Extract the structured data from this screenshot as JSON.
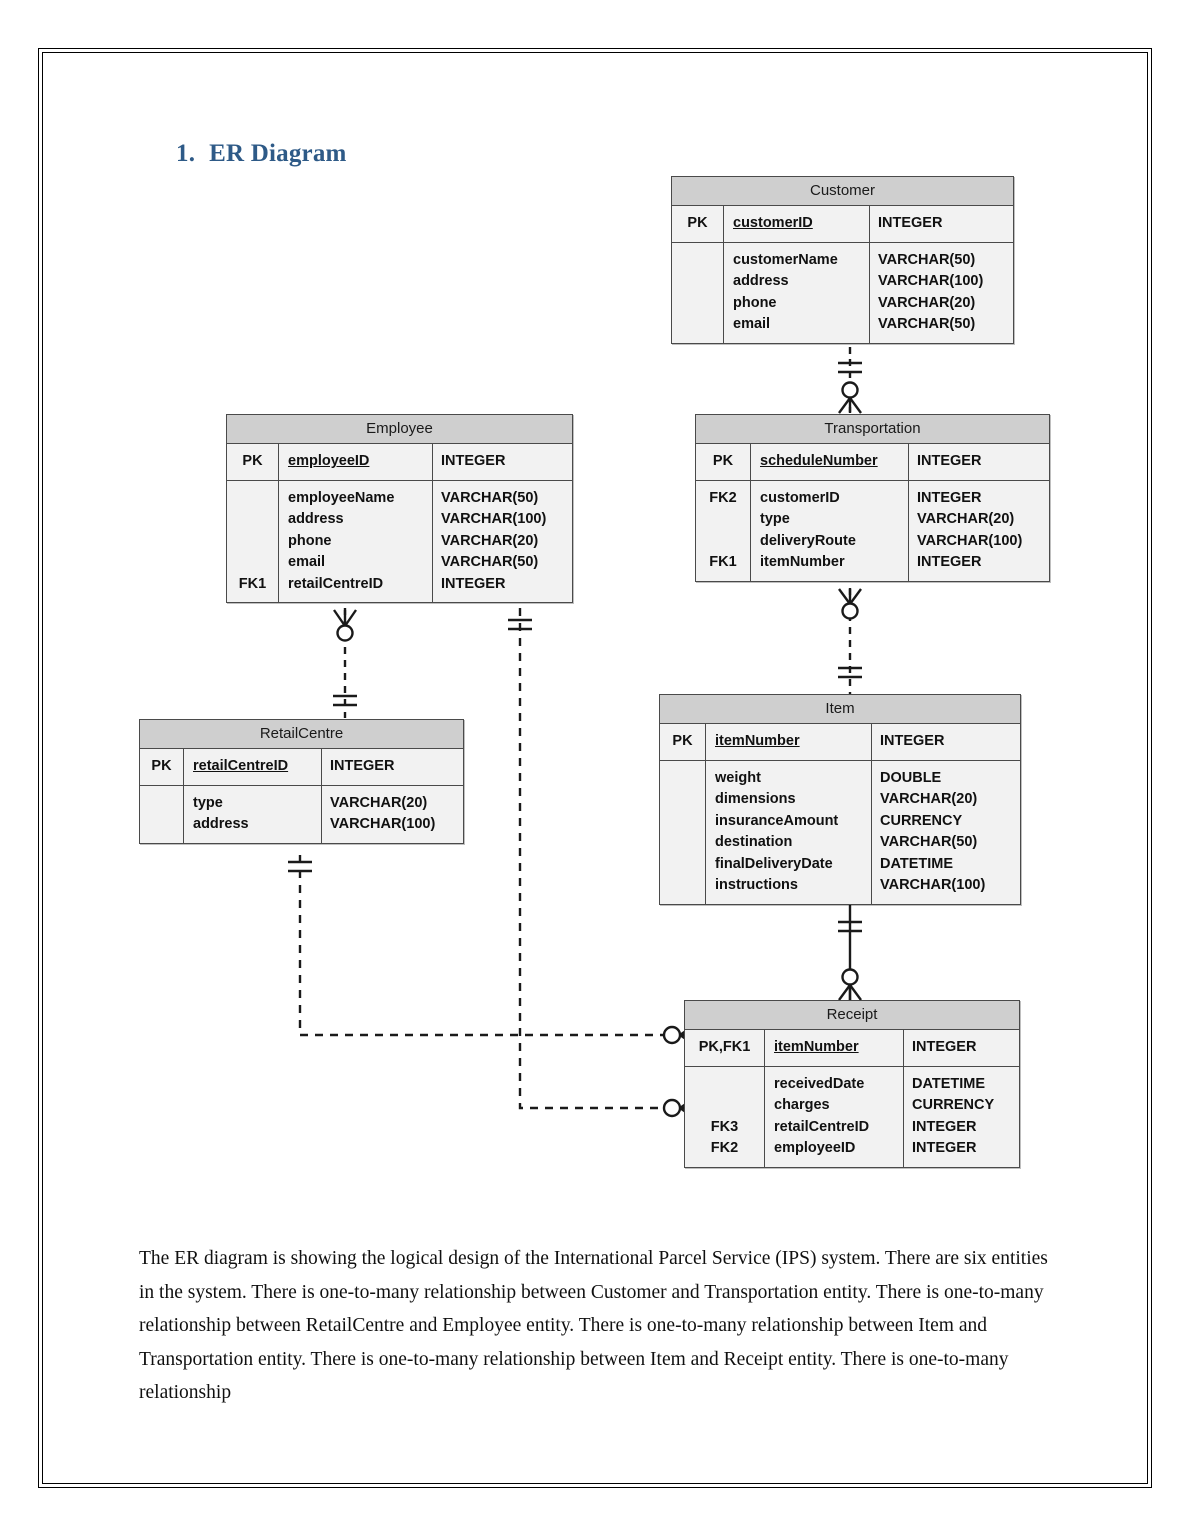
{
  "document": {
    "heading_number": "1.",
    "heading_text": "ER Diagram",
    "paragraph": "The ER diagram is showing the logical design of the International Parcel Service (IPS) system. There are six entities in the system. There is one-to-many relationship between Customer and Transportation entity. There is one-to-many relationship between RetailCentre and Employee entity. There is one-to-many relationship between Item and Transportation entity. There is one-to-many relationship between Item and Receipt entity. There is one-to-many relationship"
  },
  "colors": {
    "heading": "#2e5a87",
    "entity_header_fill": "#cfcfcf",
    "entity_body_fill": "#f2f2f2",
    "entity_border": "#4a4a4a",
    "connector": "#1a1a1a",
    "page_background": "#ffffff"
  },
  "diagram": {
    "type": "er-diagram",
    "notation": "crow's foot (IDEF1X / Information Engineering)",
    "entity_count": 6,
    "entities": [
      {
        "id": "customer",
        "name": "Customer",
        "primary": [
          {
            "key": "PK",
            "name": "customerID",
            "type": "INTEGER"
          }
        ],
        "attributes": [
          {
            "key": "",
            "name": "customerName",
            "type": "VARCHAR(50)"
          },
          {
            "key": "",
            "name": "address",
            "type": "VARCHAR(100)"
          },
          {
            "key": "",
            "name": "phone",
            "type": "VARCHAR(20)"
          },
          {
            "key": "",
            "name": "email",
            "type": "VARCHAR(50)"
          }
        ]
      },
      {
        "id": "employee",
        "name": "Employee",
        "primary": [
          {
            "key": "PK",
            "name": "employeeID",
            "type": "INTEGER"
          }
        ],
        "attributes": [
          {
            "key": "",
            "name": "employeeName",
            "type": "VARCHAR(50)"
          },
          {
            "key": "",
            "name": "address",
            "type": "VARCHAR(100)"
          },
          {
            "key": "",
            "name": "phone",
            "type": "VARCHAR(20)"
          },
          {
            "key": "",
            "name": "email",
            "type": "VARCHAR(50)"
          },
          {
            "key": "FK1",
            "name": "retailCentreID",
            "type": "INTEGER"
          }
        ]
      },
      {
        "id": "transportation",
        "name": "Transportation",
        "primary": [
          {
            "key": "PK",
            "name": "scheduleNumber",
            "type": "INTEGER"
          }
        ],
        "attributes": [
          {
            "key": "FK2",
            "name": "customerID",
            "type": "INTEGER"
          },
          {
            "key": "",
            "name": "type",
            "type": "VARCHAR(20)"
          },
          {
            "key": "",
            "name": "deliveryRoute",
            "type": "VARCHAR(100)"
          },
          {
            "key": "FK1",
            "name": "itemNumber",
            "type": "INTEGER"
          }
        ]
      },
      {
        "id": "retailcentre",
        "name": "RetailCentre",
        "primary": [
          {
            "key": "PK",
            "name": "retailCentreID",
            "type": "INTEGER"
          }
        ],
        "attributes": [
          {
            "key": "",
            "name": "type",
            "type": "VARCHAR(20)"
          },
          {
            "key": "",
            "name": "address",
            "type": "VARCHAR(100)"
          }
        ]
      },
      {
        "id": "item",
        "name": "Item",
        "primary": [
          {
            "key": "PK",
            "name": "itemNumber",
            "type": "INTEGER"
          }
        ],
        "attributes": [
          {
            "key": "",
            "name": "weight",
            "type": "DOUBLE"
          },
          {
            "key": "",
            "name": "dimensions",
            "type": "VARCHAR(20)"
          },
          {
            "key": "",
            "name": "insuranceAmount",
            "type": "CURRENCY"
          },
          {
            "key": "",
            "name": "destination",
            "type": "VARCHAR(50)"
          },
          {
            "key": "",
            "name": "finalDeliveryDate",
            "type": "DATETIME"
          },
          {
            "key": "",
            "name": "instructions",
            "type": "VARCHAR(100)"
          }
        ]
      },
      {
        "id": "receipt",
        "name": "Receipt",
        "primary": [
          {
            "key": "PK,FK1",
            "name": "itemNumber",
            "type": "INTEGER"
          }
        ],
        "attributes": [
          {
            "key": "",
            "name": "receivedDate",
            "type": "DATETIME"
          },
          {
            "key": "",
            "name": "charges",
            "type": "CURRENCY"
          },
          {
            "key": "FK3",
            "name": "retailCentreID",
            "type": "INTEGER"
          },
          {
            "key": "FK2",
            "name": "employeeID",
            "type": "INTEGER"
          }
        ]
      }
    ],
    "relationships": [
      {
        "from": "Customer",
        "to": "Transportation",
        "cardinality": "one-to-many",
        "line": "dashed"
      },
      {
        "from": "RetailCentre",
        "to": "Employee",
        "cardinality": "one-to-many",
        "line": "dashed"
      },
      {
        "from": "Item",
        "to": "Transportation",
        "cardinality": "one-to-many",
        "line": "dashed"
      },
      {
        "from": "Item",
        "to": "Receipt",
        "cardinality": "one-to-many",
        "line": "solid"
      },
      {
        "from": "RetailCentre",
        "to": "Receipt",
        "cardinality": "one-to-many",
        "line": "dashed"
      },
      {
        "from": "Employee",
        "to": "Receipt",
        "cardinality": "one-to-many",
        "line": "dashed"
      }
    ]
  }
}
